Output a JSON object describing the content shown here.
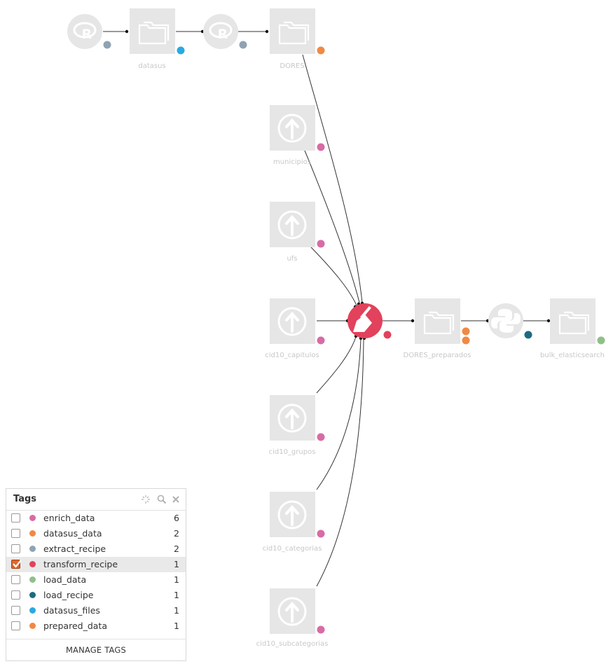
{
  "flow": {
    "nodes": {
      "r_recipe_1": {
        "icon": "r-logo-icon",
        "tag_color": "#8fa3b3"
      },
      "datasus": {
        "label": "datasus",
        "icon": "folder-icon",
        "tag_color": "#2aa9e0"
      },
      "r_recipe_2": {
        "icon": "r-logo-icon",
        "tag_color": "#8fa3b3"
      },
      "dores": {
        "label": "DORES",
        "icon": "folder-icon",
        "tag_color": "#ef8a45"
      },
      "municipios": {
        "label": "municipios",
        "icon": "upload-icon",
        "tag_color": "#d86ba5"
      },
      "ufs": {
        "label": "ufs",
        "icon": "upload-icon",
        "tag_color": "#d86ba5"
      },
      "cid10_capitulos": {
        "label": "cid10_capitulos",
        "icon": "upload-icon",
        "tag_color": "#d86ba5"
      },
      "cid10_grupos": {
        "label": "cid10_grupos",
        "icon": "upload-icon",
        "tag_color": "#d86ba5"
      },
      "cid10_categorias": {
        "label": "cid10_categorias",
        "icon": "upload-icon",
        "tag_color": "#d86ba5"
      },
      "cid10_subcategorias": {
        "label": "cid10_subcategorias",
        "icon": "upload-icon",
        "tag_color": "#d86ba5"
      },
      "prepare_recipe": {
        "icon": "broom-icon",
        "color": "#e2425b",
        "tag_color": "#e2425b"
      },
      "dores_preparados": {
        "label": "DORES_preparados",
        "icon": "folder-icon",
        "tag_color": "#ef8a45"
      },
      "python_recipe": {
        "icon": "python-logo-icon",
        "tag_color": "#1c6b80"
      },
      "bulk_elasticsearch": {
        "label": "bulk_elasticsearch",
        "icon": "folder-icon",
        "tag_color": "#8fc08a"
      }
    }
  },
  "tags_panel": {
    "title": "Tags",
    "manage_label": "MANAGE TAGS",
    "tags": [
      {
        "name": "enrich_data",
        "count": "6",
        "color": "#d86ba5",
        "checked": false
      },
      {
        "name": "datasus_data",
        "count": "2",
        "color": "#ef8a45",
        "checked": false
      },
      {
        "name": "extract_recipe",
        "count": "2",
        "color": "#8fa3b3",
        "checked": false
      },
      {
        "name": "transform_recipe",
        "count": "1",
        "color": "#e2425b",
        "checked": true
      },
      {
        "name": "load_data",
        "count": "1",
        "color": "#8fc08a",
        "checked": false
      },
      {
        "name": "load_recipe",
        "count": "1",
        "color": "#1c6b80",
        "checked": false
      },
      {
        "name": "datasus_files",
        "count": "1",
        "color": "#2aa9e0",
        "checked": false
      },
      {
        "name": "prepared_data",
        "count": "1",
        "color": "#ef8a45",
        "checked": false
      }
    ]
  }
}
